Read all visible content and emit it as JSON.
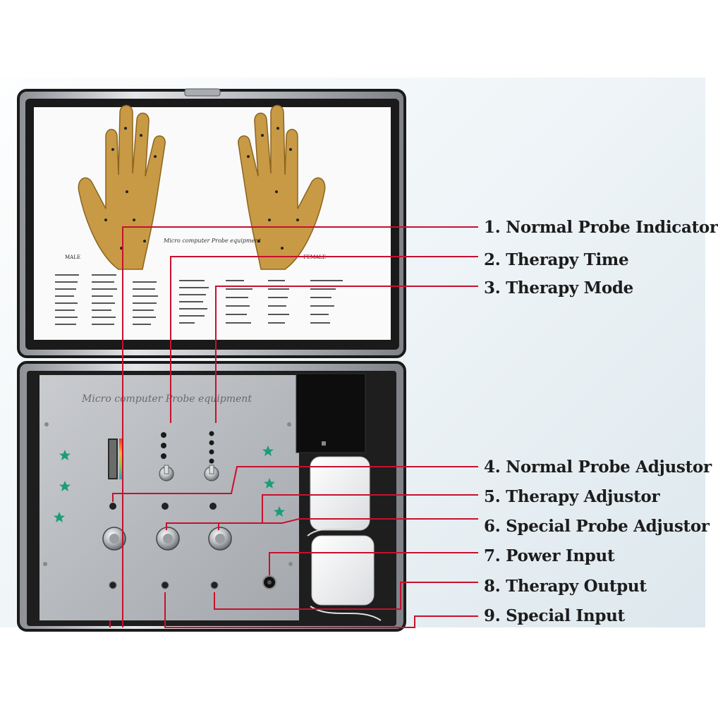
{
  "panel": {
    "brand_text": "Micro computer Probe equipment",
    "chart_caption": "Micro computer Probe equipment",
    "left_hand_label": "MALE",
    "right_hand_label": "FEMALE"
  },
  "callouts": [
    {
      "label": "1. Normal Probe Indicator"
    },
    {
      "label": "2. Therapy Time"
    },
    {
      "label": "3. Therapy Mode"
    },
    {
      "label": "4. Normal Probe Adjustor"
    },
    {
      "label": "5. Therapy Adjustor"
    },
    {
      "label": "6. Special Probe Adjustor"
    },
    {
      "label": "7. Power Input"
    },
    {
      "label": "8. Therapy Output"
    },
    {
      "label": "9. Special Input"
    }
  ],
  "colors": {
    "callout_line": "#c8102e",
    "frame": "#1a1a1a",
    "panel": "#b9bcc0",
    "hand": "#c89a45",
    "star": "#1b9c7a"
  }
}
